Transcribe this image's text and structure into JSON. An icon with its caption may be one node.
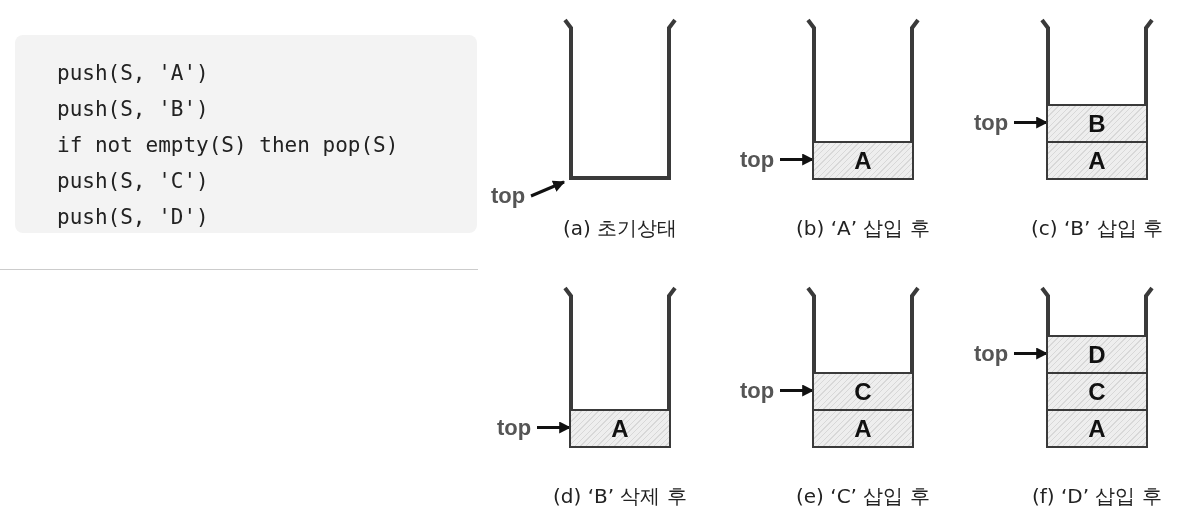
{
  "diagram": {
    "nodes": [
      {
        "text": [
          "push(S, 'A')",
          "push(S, 'B')",
          "if not empty(S) then pop(S)",
          "push(S, 'C')",
          "push(S, 'D')"
        ]
      },
      {
        "text": [],
        "shape": "box",
        "beside": [
          "(a) 초기상태"
        ]
      },
      {
        "text": [
          "top"
        ]
      },
      {
        "text": [],
        "shape": "box",
        "beside": [
          "(b) ‘A’ 삽입 후"
        ]
      },
      {
        "text": [
          "A"
        ],
        "in": 3
      },
      {
        "text": [
          "top"
        ]
      },
      {
        "text": [],
        "shape": "box",
        "beside": [
          "(c) ‘B’ 삽입 후"
        ]
      },
      {
        "text": [
          "B"
        ],
        "in": 6
      },
      {
        "text": [
          "A"
        ],
        "in": 6
      },
      {
        "text": [
          "top"
        ]
      },
      {
        "text": [],
        "shape": "box",
        "beside": [
          "(d) ‘B’ 삭제 후"
        ]
      },
      {
        "text": [
          "A"
        ],
        "in": 10
      },
      {
        "text": [
          "top"
        ]
      },
      {
        "text": [],
        "shape": "box",
        "beside": [
          "(e) ‘C’ 삽입 후"
        ]
      },
      {
        "text": [
          "C"
        ],
        "in": 13
      },
      {
        "text": [
          "A"
        ],
        "in": 13
      },
      {
        "text": [
          "top"
        ]
      },
      {
        "text": [],
        "shape": "box",
        "beside": [
          "(f) ‘D’ 삽입 후"
        ]
      },
      {
        "text": [
          "D"
        ],
        "in": 17
      },
      {
        "text": [
          "C"
        ],
        "in": 17
      },
      {
        "text": [
          "A"
        ],
        "in": 17
      },
      {
        "text": [
          "top"
        ]
      }
    ],
    "edges": [
      {
        "from": 2,
        "to": 1,
        "arrow": "to"
      },
      {
        "from": 5,
        "to": 4,
        "arrow": "to"
      },
      {
        "from": 9,
        "to": 7,
        "arrow": "to"
      },
      {
        "from": 12,
        "to": 11,
        "arrow": "to"
      },
      {
        "from": 16,
        "to": 14,
        "arrow": "to"
      },
      {
        "from": 21,
        "to": 18,
        "arrow": "to"
      }
    ]
  }
}
